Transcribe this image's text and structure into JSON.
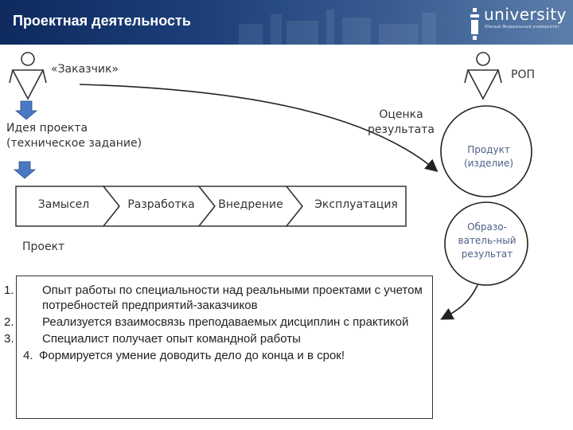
{
  "header": {
    "title": "Проектная деятельность",
    "logo_text": "university",
    "logo_subtext": "Южный Федеральный университет"
  },
  "diagram": {
    "customer_label": "«Заказчик»",
    "rop_label": "РОП",
    "idea_label": "Идея проекта (техническое задание)",
    "evaluation_label": "Оценка результата",
    "project_label": "Проект",
    "stages": [
      "Замысел",
      "Разработка",
      "Внедрение",
      "Эксплуатация"
    ],
    "product_circle": "Продукт (изделие)",
    "edu_circle": "Образо-ватель-ный результат"
  },
  "list": {
    "items": [
      {
        "num": "1.",
        "text": "Опыт работы по специальности над реальными проектами  с учетом потребностей предприятий-заказчиков"
      },
      {
        "num": "2.",
        "text": "Реализуется взаимосвязь преподаваемых дисциплин с практикой"
      },
      {
        "num": "3.",
        "text": "Специалист получает опыт командной работы"
      },
      {
        "num": "4.",
        "text": "Формируется умение доводить дело до конца и в срок!"
      }
    ]
  },
  "colors": {
    "header_bg": "#1c3f7a",
    "block_arrow": "#4a78c2",
    "circle_text": "#4b5f86"
  }
}
